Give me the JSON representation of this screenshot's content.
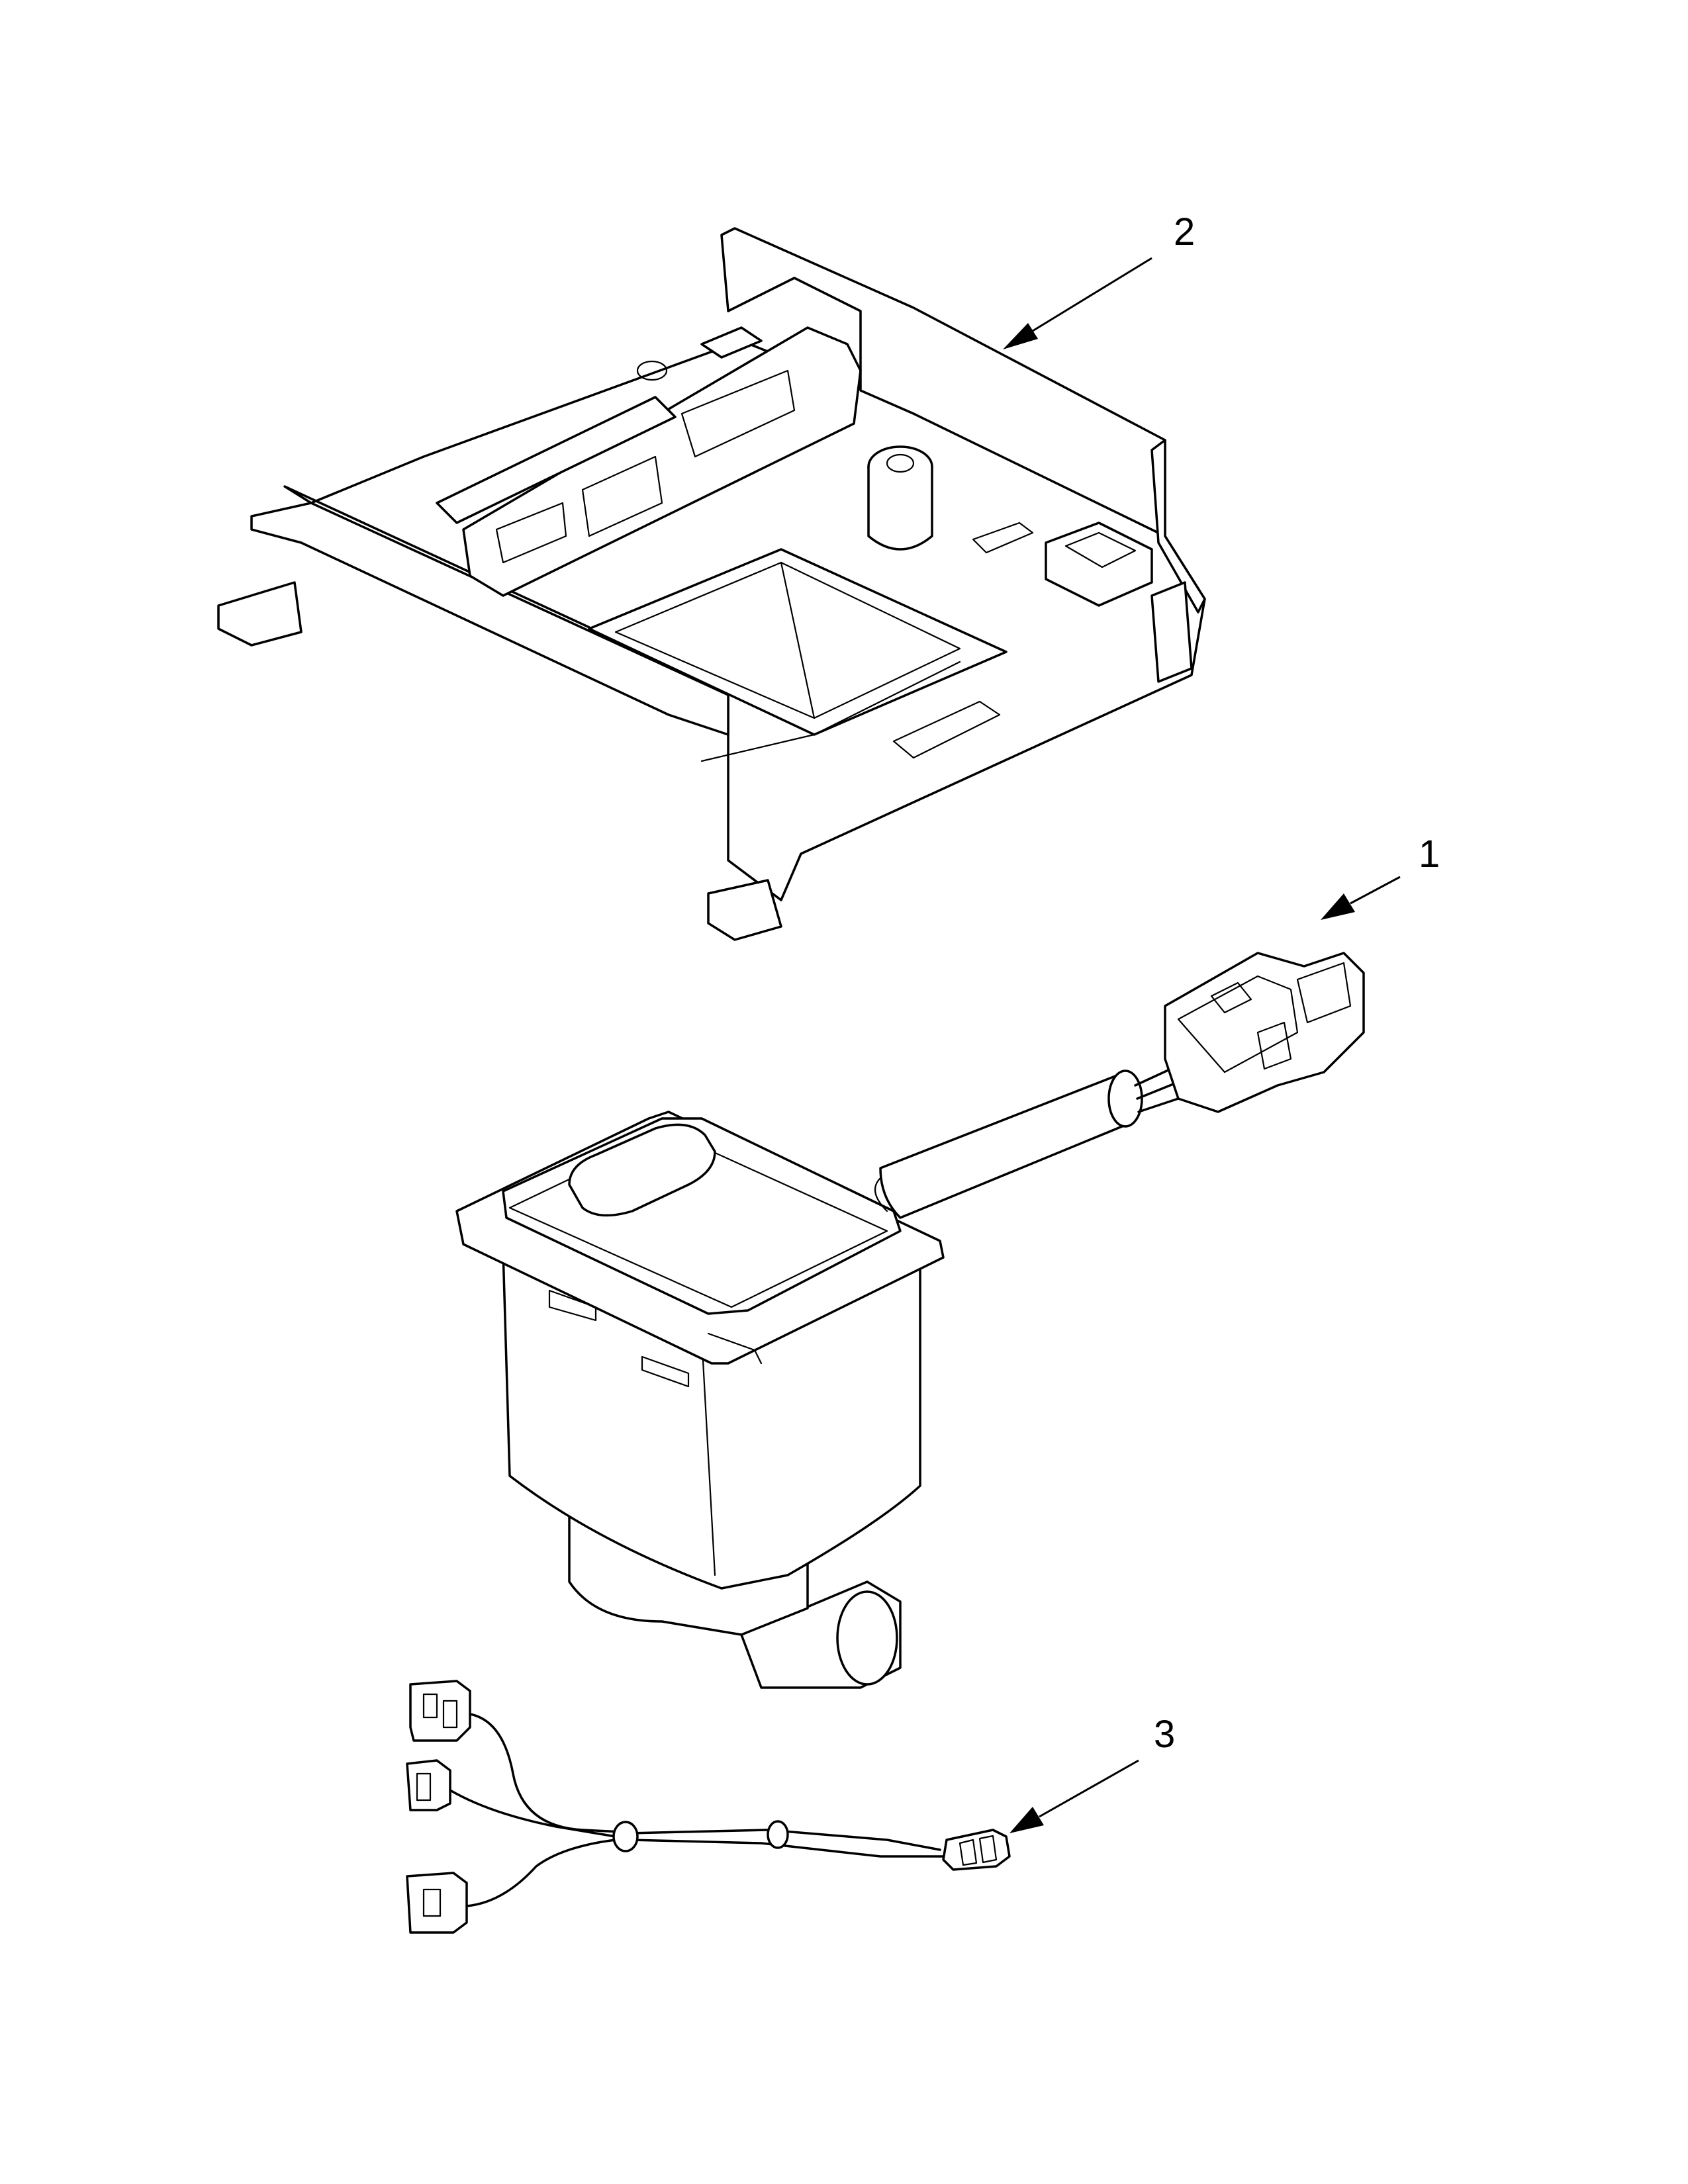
{
  "diagram": {
    "callouts": [
      {
        "id": "callout-2",
        "label": "2"
      },
      {
        "id": "callout-1",
        "label": "1"
      },
      {
        "id": "callout-3",
        "label": "3"
      }
    ]
  }
}
